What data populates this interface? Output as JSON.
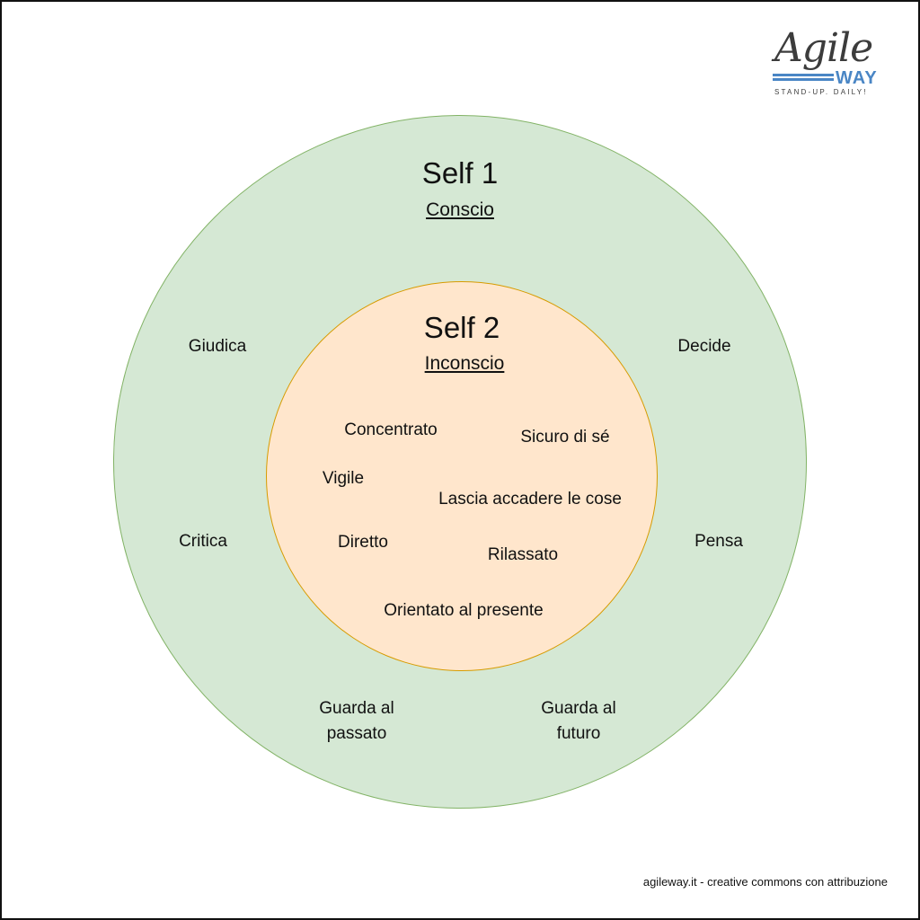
{
  "logo": {
    "script_text": "Agile",
    "way_text": "WAY",
    "tagline": "STAND-UP. DAILY!"
  },
  "outer": {
    "title": "Self 1",
    "subtitle": "Conscio",
    "items": {
      "giudica": "Giudica",
      "decide": "Decide",
      "critica": "Critica",
      "pensa": "Pensa",
      "passato_line1": "Guarda al",
      "passato_line2": "passato",
      "futuro_line1": "Guarda al",
      "futuro_line2": "futuro"
    }
  },
  "inner": {
    "title": "Self 2",
    "subtitle": "Inconscio",
    "items": {
      "concentrato": "Concentrato",
      "sicuro": "Sicuro di sé",
      "vigile": "Vigile",
      "lascia": "Lascia accadere le cose",
      "diretto": "Diretto",
      "rilassato": "Rilassato",
      "presente": "Orientato al presente"
    }
  },
  "footer": "agileway.it - creative commons con attribuzione",
  "colors": {
    "outer_fill": "#d5e8d4",
    "outer_stroke": "#82b366",
    "inner_fill": "#ffe6cc",
    "inner_stroke": "#d79b00",
    "logo_blue": "#4a86c5"
  }
}
